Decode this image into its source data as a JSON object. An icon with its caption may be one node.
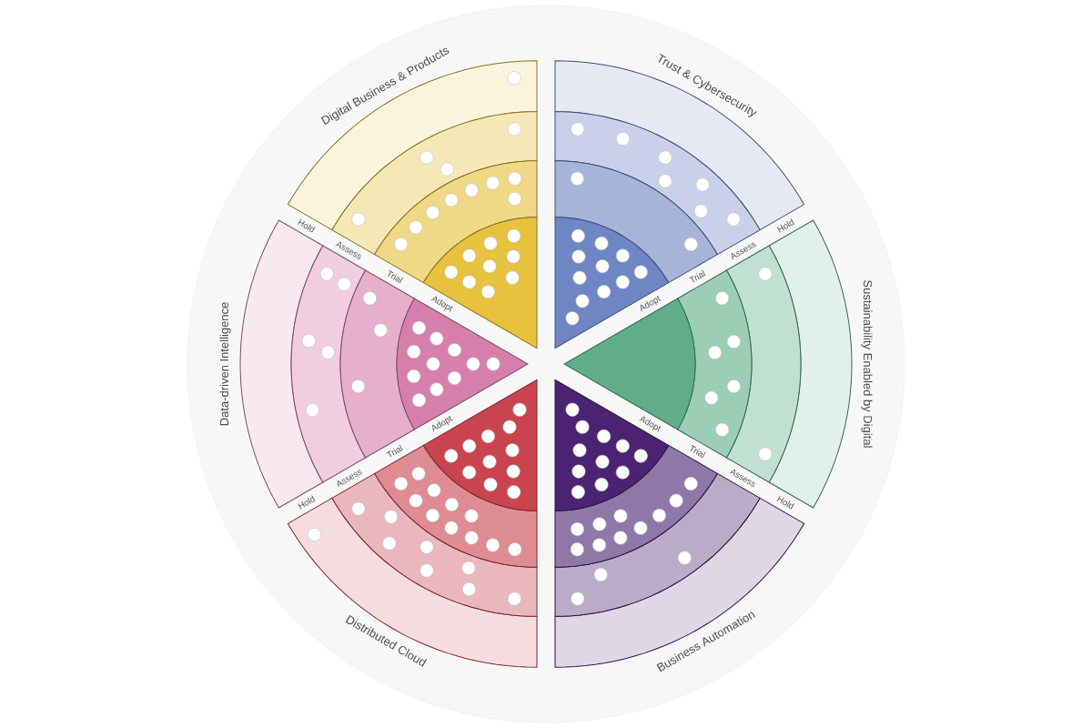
{
  "diagram": {
    "nodes": [
      {
        "text": [
          "Digital Business & Products"
        ]
      },
      {
        "text": [
          "Trust & Cybersecurity"
        ]
      },
      {
        "text": [
          "Data-driven Intelligence"
        ]
      },
      {
        "text": [
          "Sustainability Enabled by Digital"
        ]
      },
      {
        "text": [
          "Distributed Cloud"
        ]
      },
      {
        "text": [
          "Business Automation"
        ]
      }
    ],
    "labels": [
      "Hold",
      "Assess",
      "Trial",
      "Adopt",
      "Adopt",
      "Trial",
      "Assess",
      "Hold",
      "Hold",
      "Assess",
      "Trial",
      "Adopt",
      "Adopt",
      "Trial",
      "Assess",
      "Hold"
    ]
  }
}
